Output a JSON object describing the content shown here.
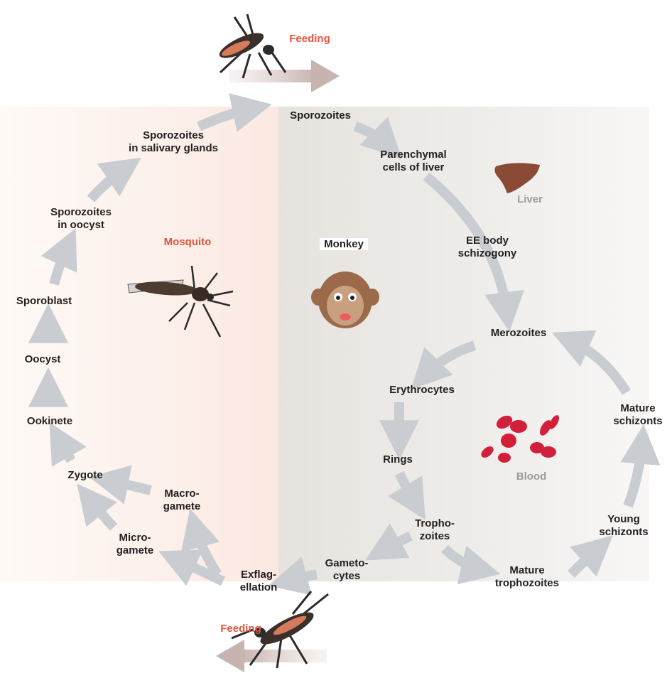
{
  "colors": {
    "label_text": "#231f20",
    "feeding": "#e2553f",
    "mosquito": "#e2553f",
    "host_region": "#9b9b9b",
    "arrow": "#c9cdd1",
    "blood_cell": "#d21f3a",
    "liver": "#8b4a35",
    "monkey": "#9a6a4a"
  },
  "icons": [
    "mosquito-feeding-icon",
    "mosquito-icon",
    "monkey-icon",
    "liver-icon",
    "blood-cells-icon"
  ],
  "regions": {
    "feeding_top": "Feeding",
    "feeding_bottom": "Feeding",
    "mosquito": "Mosquito",
    "monkey": "Monkey",
    "liver": "Liver",
    "blood": "Blood"
  },
  "stages": {
    "sporozoites": "Sporozoites",
    "parenchymal_cells": [
      "Parenchymal",
      "cells of liver"
    ],
    "ee_body": [
      "EE body",
      "schizogony"
    ],
    "merozoites": "Merozoites",
    "erythrocytes": "Erythrocytes",
    "rings": "Rings",
    "trophozoites": [
      "Tropho-",
      "zoites"
    ],
    "mature_trophozoites": [
      "Mature",
      "trophozoites"
    ],
    "young_schizonts": [
      "Young",
      "schizonts"
    ],
    "mature_schizonts": [
      "Mature",
      "schizonts"
    ],
    "gametocytes": [
      "Gameto-",
      "cytes"
    ],
    "exflagellation": [
      "Exflag-",
      "ellation"
    ],
    "macrogamete": [
      "Macro-",
      "gamete"
    ],
    "microgamete": [
      "Micro-",
      "gamete"
    ],
    "zygote": "Zygote",
    "ookinete": "Ookinete",
    "oocyst": "Oocyst",
    "sporoblast": "Sporoblast",
    "sporozoites_oocyst": [
      "Sporozoites",
      "in oocyst"
    ],
    "sporozoites_salivary": [
      "Sporozoites",
      "in salivary glands"
    ]
  }
}
